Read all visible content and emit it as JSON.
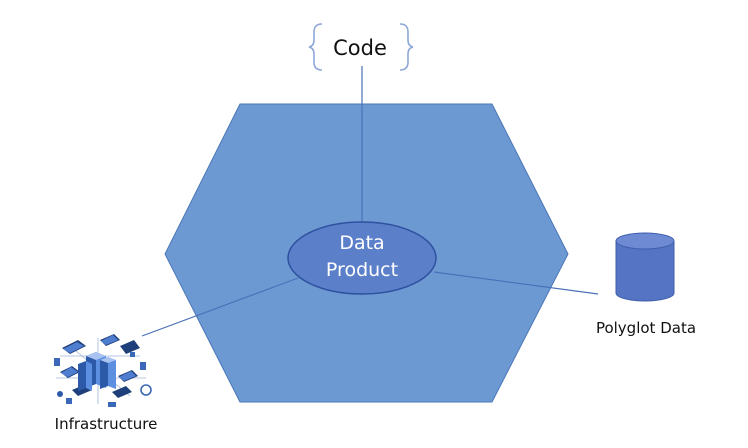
{
  "diagram": {
    "code_label": "Code",
    "center_line1": "Data",
    "center_line2": "Product",
    "polyglot_label": "Polyglot Data",
    "infrastructure_label": "Infrastructure"
  },
  "colors": {
    "hexagon_fill": "#6d99d3",
    "hexagon_stroke": "#4a76b8",
    "ellipse_fill": "#5b7fc9",
    "ellipse_stroke": "#2f52a0",
    "connector": "#4a70b8",
    "cylinder_fill": "#5574c4",
    "cylinder_top": "#6e8ad2",
    "brace": "#8ea8d8"
  },
  "icons": {
    "database": "database-cylinder-icon",
    "infrastructure": "infrastructure-isometric-icon"
  }
}
